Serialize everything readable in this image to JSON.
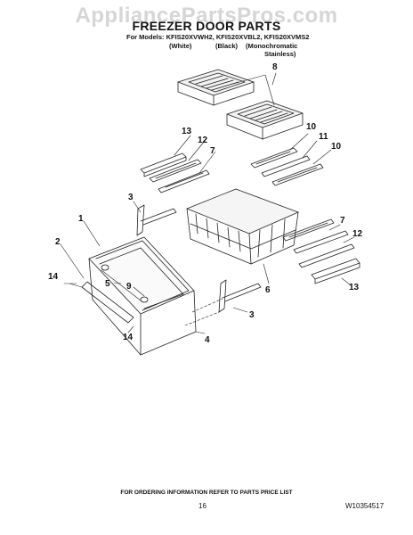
{
  "watermark": "AppliancePartsPros.com",
  "header": {
    "title": "FREEZER DOOR PARTS",
    "models_line": "For Models: KFIS20XVWH2, KFIS20XVBL2, KFIS20XVMS2",
    "variants": [
      "(White)",
      "(Black)",
      "(Monochromatic",
      "Stainless)"
    ]
  },
  "callouts": [
    "8",
    "10",
    "11",
    "10",
    "13",
    "12",
    "7",
    "3",
    "1",
    "2",
    "14",
    "5",
    "9",
    "14",
    "7",
    "12",
    "6",
    "13",
    "3",
    "4"
  ],
  "footer": {
    "note": "FOR ORDERING INFORMATION REFER TO PARTS PRICE LIST",
    "page": "16",
    "doc_id": "W10354517"
  }
}
